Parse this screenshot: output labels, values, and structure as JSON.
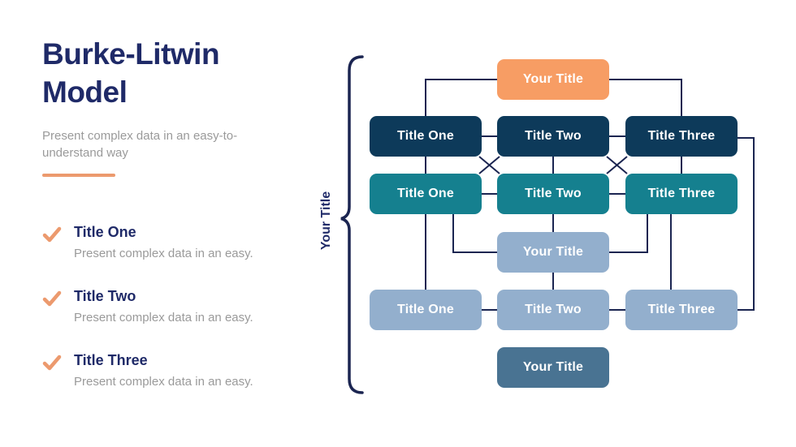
{
  "header": {
    "title": "Burke-Litwin Model",
    "subtitle": "Present complex data in an easy-to-understand way",
    "title_color": "#1F2A68",
    "accent_color": "#EC9A6E"
  },
  "checklist": {
    "check_color": "#EC9A6E",
    "items": [
      {
        "title": "Title One",
        "description": "Present complex data in an easy."
      },
      {
        "title": "Title Two",
        "description": "Present complex data in an easy."
      },
      {
        "title": "Title Three",
        "description": "Present complex data in an easy."
      }
    ]
  },
  "diagram": {
    "axis_label": "Your Title",
    "line_color": "#1B2551",
    "label_color": "#1F2A68",
    "node_text_color": "#FFFFFF",
    "boxes": [
      {
        "label": "Your Title",
        "color": "#F79D64"
      },
      {
        "label": "Title One",
        "color": "#0D3A5A"
      },
      {
        "label": "Title Two",
        "color": "#0D3A5A"
      },
      {
        "label": "Title Three",
        "color": "#0D3A5A"
      },
      {
        "label": "Title One",
        "color": "#15808F"
      },
      {
        "label": "Title Two",
        "color": "#15808F"
      },
      {
        "label": "Title Three",
        "color": "#15808F"
      },
      {
        "label": "Your Title",
        "color": "#93AFCD"
      },
      {
        "label": "Title One",
        "color": "#93AFCD"
      },
      {
        "label": "Title Two",
        "color": "#93AFCD"
      },
      {
        "label": "Title Three",
        "color": "#93AFCD"
      },
      {
        "label": "Your Title",
        "color": "#497392"
      }
    ]
  }
}
